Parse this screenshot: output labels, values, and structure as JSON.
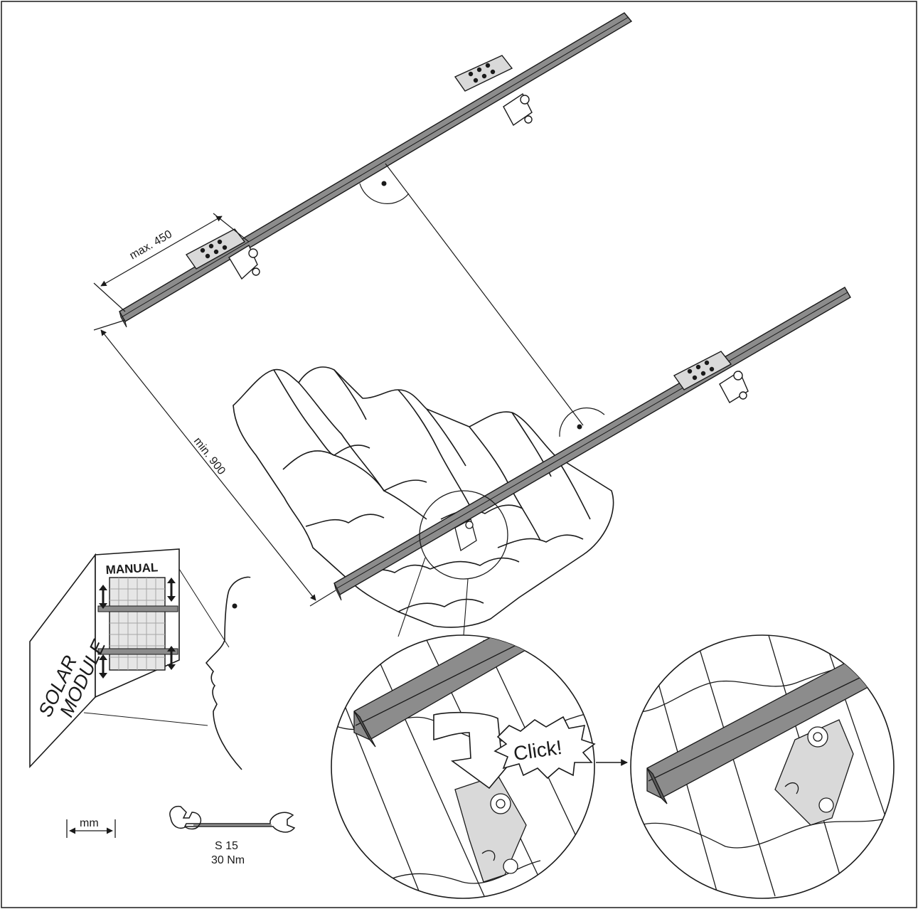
{
  "dimensions": {
    "max_spacing": "max. 450",
    "min_spacing": "min. 900"
  },
  "manual": {
    "title": "MANUAL",
    "cover_line1": "SOLAR",
    "cover_line2": "MODULE"
  },
  "units": {
    "label": "mm"
  },
  "tool": {
    "size": "S 15",
    "torque": "30 Nm"
  },
  "detail": {
    "callout": "Click!"
  },
  "colors": {
    "line": "#1a1a1a",
    "rail": "#8c8c8c",
    "rail_dark": "#5a5a5a",
    "panel_grid": "#a6a6a6",
    "paper": "#ffffff"
  },
  "icons": [
    "wrench-icon",
    "dimension-arrow-icon",
    "bracket-icon",
    "eye-icon",
    "arrow-right-icon"
  ]
}
